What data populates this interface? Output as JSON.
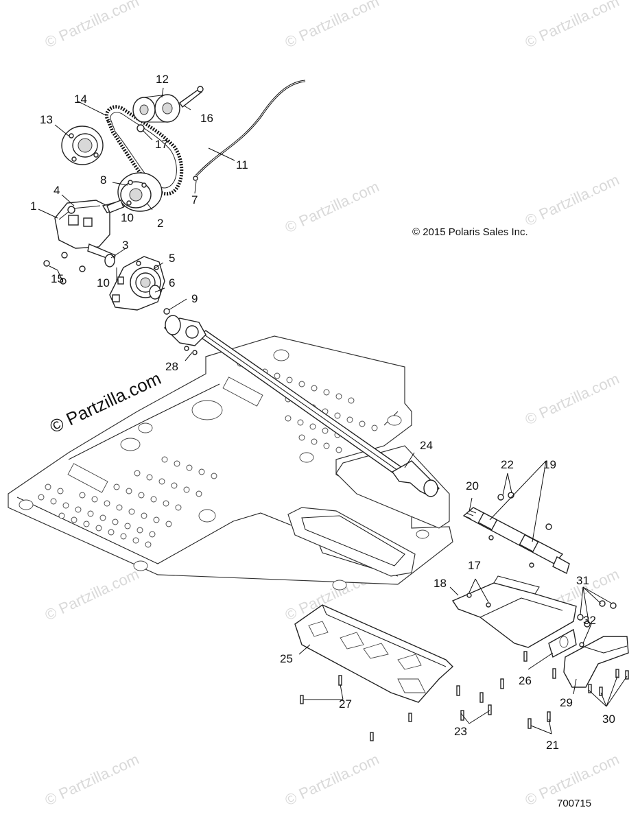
{
  "copyright": "© 2015 Polaris Sales Inc.",
  "diagram_number": "700715",
  "watermark": "© Partzilla.com",
  "callouts": [
    "1",
    "2",
    "3",
    "4",
    "5",
    "6",
    "7",
    "8",
    "9",
    "10",
    "10",
    "11",
    "12",
    "13",
    "14",
    "15",
    "16",
    "17",
    "17",
    "18",
    "19",
    "20",
    "21",
    "22",
    "23",
    "24",
    "25",
    "26",
    "27",
    "28",
    "29",
    "30",
    "31",
    "32"
  ],
  "parts": [
    "gearbox",
    "drive-sprocket",
    "spacer",
    "breather-plug",
    "clutch-housing",
    "washer",
    "breather-fitting",
    "sprocket-hub",
    "bolt",
    "key",
    "vent-hose",
    "idler-pulley",
    "bearing-flange",
    "drive-belt",
    "screw",
    "idler-bolt",
    "nut",
    "skid-plate-bracket",
    "bearing-support",
    "front-prop-shaft",
    "bolt",
    "nut",
    "screw",
    "rear-prop-shaft",
    "skid-plate",
    "plate",
    "screw",
    "bolt",
    "guard",
    "screw",
    "nut",
    "clip"
  ]
}
